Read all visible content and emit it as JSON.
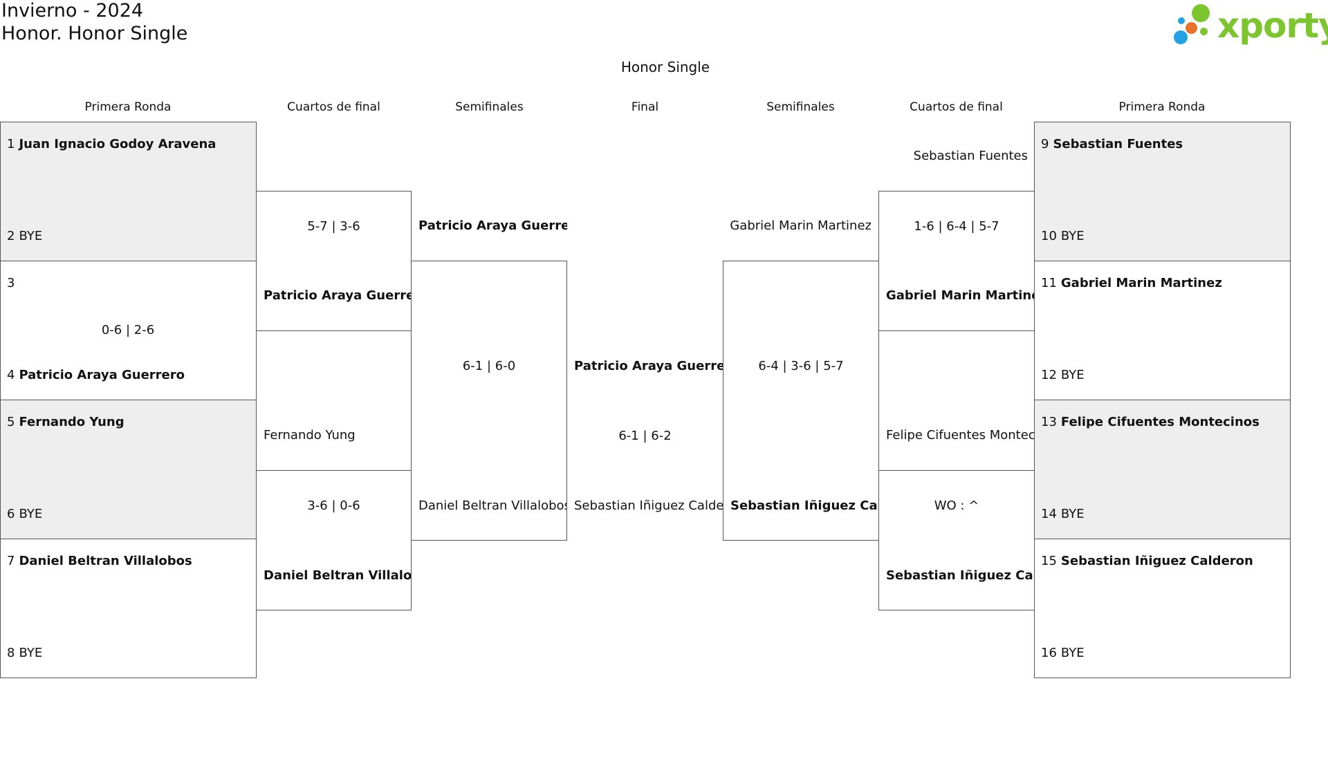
{
  "header": {
    "season": "Invierno - 2024",
    "category": "Honor. Honor Single"
  },
  "logo": {
    "wordmark": "xporty",
    "colors": {
      "green": "#7dc52e",
      "orange": "#e9712a",
      "blue": "#23a3e4"
    }
  },
  "bracket_title": "Honor Single",
  "rounds": {
    "left_r1": "Primera Ronda",
    "left_qf": "Cuartos de final",
    "left_sf": "Semifinales",
    "final": "Final",
    "right_sf": "Semifinales",
    "right_qf": "Cuartos de final",
    "right_r1": "Primera Ronda"
  },
  "first_round": [
    {
      "seed": "1",
      "name": "Juan Ignacio Godoy Aravena"
    },
    {
      "seed": "2",
      "name": "BYE"
    },
    {
      "seed": "3",
      "name": ""
    },
    {
      "seed": "4",
      "name": "Patricio Araya Guerrero"
    },
    {
      "seed": "5",
      "name": "Fernando Yung"
    },
    {
      "seed": "6",
      "name": "BYE"
    },
    {
      "seed": "7",
      "name": "Daniel Beltran Villalobos"
    },
    {
      "seed": "8",
      "name": "BYE"
    },
    {
      "seed": "9",
      "name": "Sebastian Fuentes"
    },
    {
      "seed": "10",
      "name": "BYE"
    },
    {
      "seed": "11",
      "name": "Gabriel Marin Martinez"
    },
    {
      "seed": "12",
      "name": "BYE"
    },
    {
      "seed": "13",
      "name": "Felipe Cifuentes Montecinos"
    },
    {
      "seed": "14",
      "name": "BYE"
    },
    {
      "seed": "15",
      "name": "Sebastian Iñiguez Calderon"
    },
    {
      "seed": "16",
      "name": "BYE"
    }
  ],
  "first_round_scores": {
    "m2": "0-6 | 2-6"
  },
  "quarterfinals": {
    "left_top_player": "Patricio Araya Guerrero",
    "left_top_loser": "",
    "left_top_score": "5-7 | 3-6",
    "left_bottom_top": "Fernando Yung",
    "left_bottom_bottom": "Daniel Beltran Villalobos",
    "left_bottom_score": "3-6 | 0-6",
    "right_top_top": "Sebastian Fuentes",
    "right_top_bottom": "Gabriel Marin Martinez",
    "right_top_score": "1-6 | 6-4 | 5-7",
    "right_bottom_top": "Felipe Cifuentes Montecinos",
    "right_bottom_bottom": "Sebastian Iñiguez Calderon",
    "right_bottom_score": "WO : ^"
  },
  "semifinals": {
    "left_top": "Patricio Araya Guerrero",
    "left_bottom": "Daniel Beltran Villalobos",
    "left_score": "6-1 | 6-0",
    "right_top": "Gabriel Marin Martinez",
    "right_bottom": "Sebastian Iñiguez Calderon",
    "right_score": "6-4 | 3-6 | 5-7"
  },
  "final": {
    "top": "Patricio Araya Guerrero",
    "bottom": "Sebastian Iñiguez Calderon",
    "score": "6-1 | 6-2"
  }
}
